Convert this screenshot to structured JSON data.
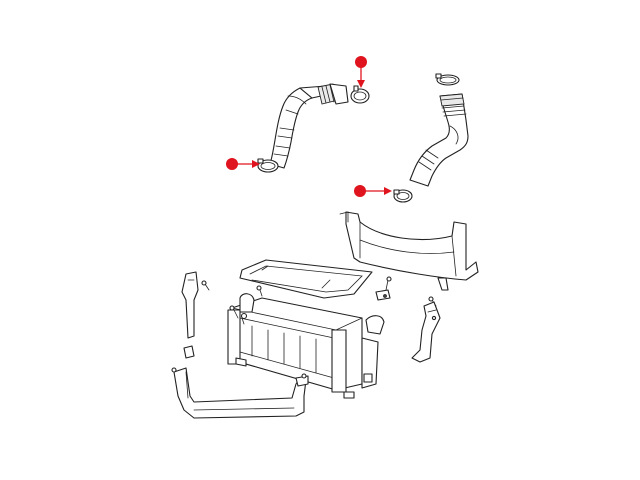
{
  "colors": {
    "background": "#ffffff",
    "linework": "#222222",
    "callout": "#e0141e"
  },
  "callouts": [
    {
      "name": "callout-upper-clamp",
      "icon": "red-dot-icon",
      "target": "upper-hose-clamp"
    },
    {
      "name": "callout-left-hose-clamp",
      "icon": "red-dot-icon",
      "target": "left-hose-lower-clamp"
    },
    {
      "name": "callout-right-hose-clamp",
      "icon": "red-dot-icon",
      "target": "right-hose-lower-clamp"
    }
  ],
  "parts": [
    "left-charge-air-hose",
    "right-charge-air-hose",
    "upper-hose-clamp",
    "right-hose-upper-clamp",
    "left-hose-lower-clamp",
    "right-hose-lower-clamp",
    "air-deflector-shroud",
    "upper-support-bracket",
    "charge-air-cooler",
    "left-side-bracket",
    "right-side-bracket",
    "lower-support-bracket",
    "mounting-bolts"
  ]
}
